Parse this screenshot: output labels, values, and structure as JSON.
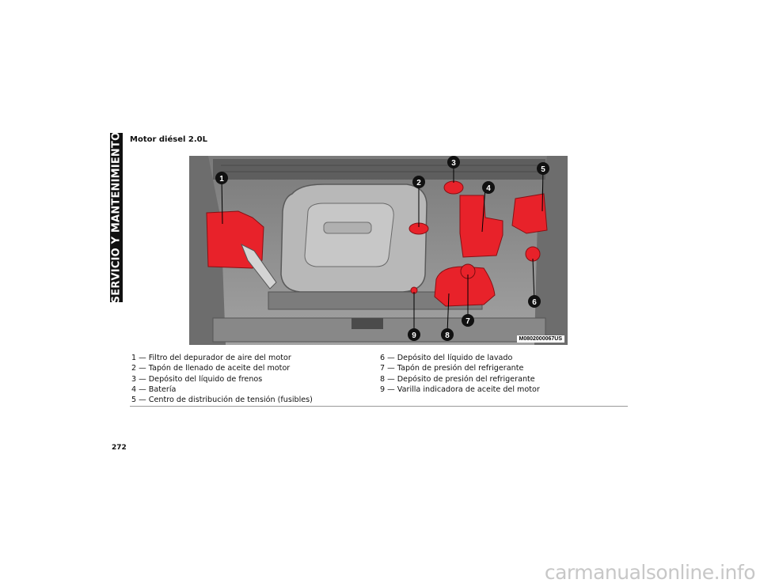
{
  "side_tab": "SERVICIO Y MANTENIMIENTO",
  "section_title": "Motor diésel 2.0L",
  "figure": {
    "code": "M0802000067US",
    "callouts": [
      "1",
      "2",
      "3",
      "4",
      "5",
      "6",
      "7",
      "8",
      "9"
    ],
    "highlight_color": "#e8222a"
  },
  "legend": {
    "col1": [
      "1 — Filtro del depurador de aire del motor",
      "2 — Tapón de llenado de aceite del motor",
      "3 — Depósito del líquido de frenos",
      "4 — Batería",
      "5 — Centro de distribución de tensión (fusibles)"
    ],
    "col2": [
      "6 — Depósito del líquido de lavado",
      "7 — Tapón de presión del refrigerante",
      "8 — Depósito de presión del refrigerante",
      "9 — Varilla indicadora de aceite del motor"
    ]
  },
  "page_number": "272",
  "watermark": "carmanualsonline.info"
}
